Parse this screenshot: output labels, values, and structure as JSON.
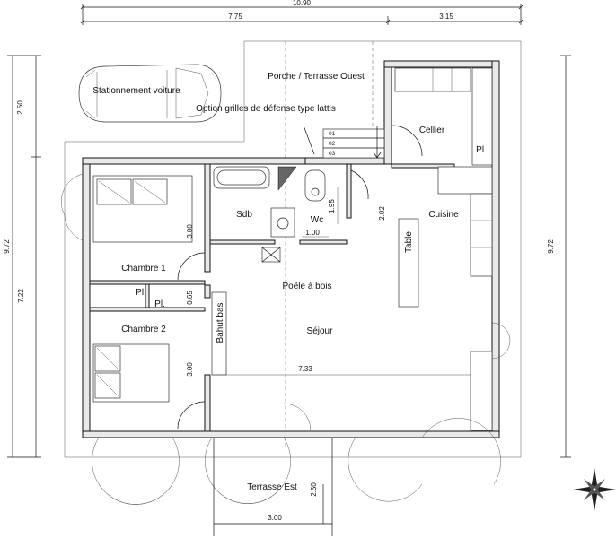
{
  "dimensions": {
    "total_width": "10.90",
    "left_width": "7.75",
    "right_width": "3.15",
    "parking_depth": "2.50",
    "total_height_left": "9.72",
    "total_height_right": "9.72",
    "inner_height": "7.22",
    "bedroom1_depth": "3.00",
    "closet_depth": "0.65",
    "bedroom2_depth": "3.00",
    "sejour_width": "7.33",
    "wc_depth": "1.95",
    "wc_width": "1.00",
    "kitchen_depth": "2.02",
    "terrace_depth": "2.50",
    "terrace_width": "3.00"
  },
  "rooms": {
    "parking": "Stationnement voiture",
    "porch": "Porche / Terrasse Ouest",
    "grilles_note": "Option grilles de défense type lattis",
    "cellier": "Cellier",
    "placard_cellier": "Pl.",
    "sdb": "Sdb",
    "wc": "Wc",
    "cuisine": "Cuisine",
    "table": "Table",
    "chambre1": "Chambre 1",
    "placard1": "Pl.",
    "placard2": "Pl.",
    "poele": "Poêle à bois",
    "bahut": "Bahut bas",
    "sejour": "Séjour",
    "chambre2": "Chambre 2",
    "terrasse_est": "Terrasse Est"
  },
  "stairs": {
    "steps": [
      "01",
      "02",
      "03"
    ]
  }
}
